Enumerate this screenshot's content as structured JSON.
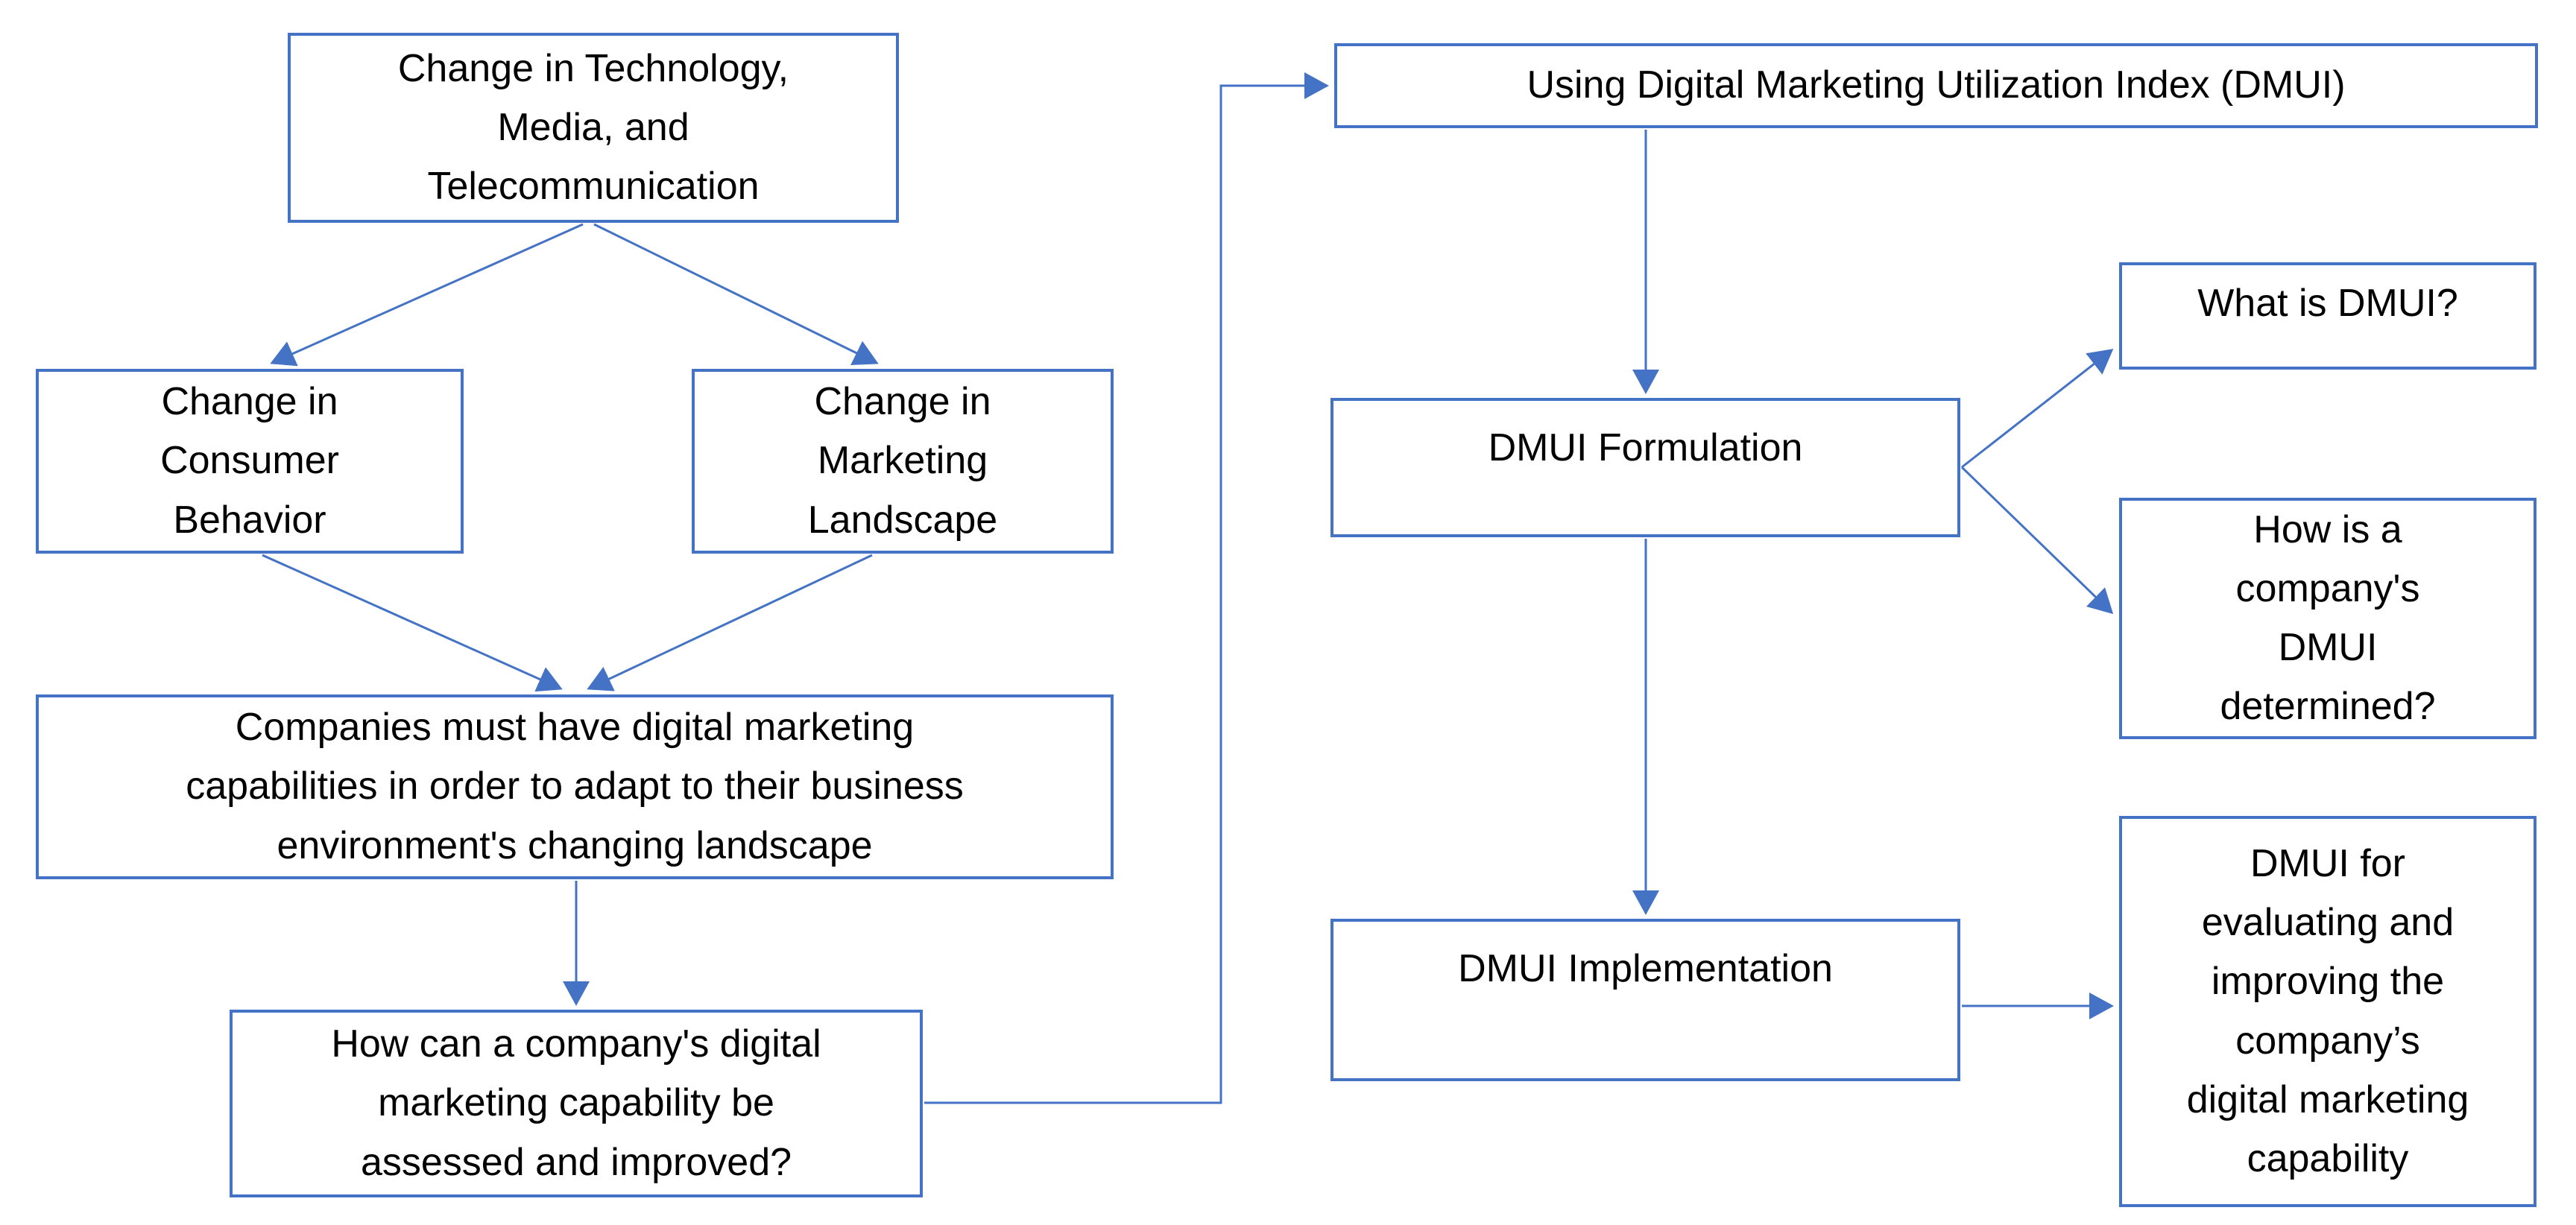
{
  "diagram": {
    "type": "flowchart",
    "colors": {
      "background": "#ffffff",
      "box_border": "#4472C4",
      "box_fill": "#ffffff",
      "connector": "#4472C4",
      "text": "#000000"
    },
    "nodes": [
      {
        "id": "change-technology",
        "label": "Change in Technology,\nMedia, and\nTelecommunication"
      },
      {
        "id": "change-consumer-behavior",
        "label": "Change in\nConsumer\nBehavior"
      },
      {
        "id": "change-marketing-landscape",
        "label": "Change in\nMarketing\nLandscape"
      },
      {
        "id": "companies-digital-capabilities",
        "label": "Companies must have digital marketing\ncapabilities in order to adapt to their business\nenvironment's changing landscape"
      },
      {
        "id": "how-assess-improve",
        "label": "How can a company's digital\nmarketing capability be\nassessed and improved?"
      },
      {
        "id": "using-dmui",
        "label": "Using Digital Marketing Utilization Index (DMUI)"
      },
      {
        "id": "dmui-formulation",
        "label": "DMUI Formulation"
      },
      {
        "id": "what-is-dmui",
        "label": "What is DMUI?"
      },
      {
        "id": "how-dmui-determined",
        "label": "How is a\ncompany's\nDMUI\ndetermined?"
      },
      {
        "id": "dmui-implementation",
        "label": "DMUI Implementation"
      },
      {
        "id": "dmui-evaluating-improving",
        "label": "DMUI for\nevaluating and\nimproving the\ncompany’s\ndigital marketing\ncapability"
      }
    ],
    "edges": [
      {
        "from": "change-technology",
        "to": "change-consumer-behavior"
      },
      {
        "from": "change-technology",
        "to": "change-marketing-landscape"
      },
      {
        "from": "change-consumer-behavior",
        "to": "companies-digital-capabilities"
      },
      {
        "from": "change-marketing-landscape",
        "to": "companies-digital-capabilities"
      },
      {
        "from": "companies-digital-capabilities",
        "to": "how-assess-improve"
      },
      {
        "from": "how-assess-improve",
        "to": "using-dmui"
      },
      {
        "from": "using-dmui",
        "to": "dmui-formulation"
      },
      {
        "from": "dmui-formulation",
        "to": "what-is-dmui"
      },
      {
        "from": "dmui-formulation",
        "to": "how-dmui-determined"
      },
      {
        "from": "dmui-formulation",
        "to": "dmui-implementation"
      },
      {
        "from": "dmui-implementation",
        "to": "dmui-evaluating-improving"
      }
    ]
  }
}
